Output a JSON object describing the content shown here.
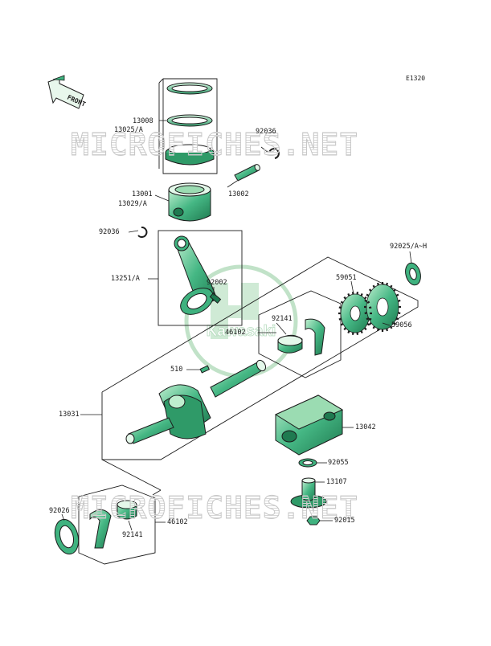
{
  "diagram_ref": "E1320",
  "front_label": "FRONT",
  "watermark_text": "MICROFICHES.NET",
  "logo_text": "Kawasaki",
  "colors": {
    "line": "#1c1c1c",
    "part": "#3fb27f",
    "part_dark": "#1f7a50",
    "watermark": "#c9c9c9",
    "logo": "#7bbf8a"
  },
  "part_labels": [
    {
      "id": "13008",
      "text": "13008"
    },
    {
      "id": "13025a",
      "text": "13025/A"
    },
    {
      "id": "92036-top",
      "text": "92036"
    },
    {
      "id": "13001",
      "text": "13001"
    },
    {
      "id": "13029a",
      "text": "13029/A"
    },
    {
      "id": "13002",
      "text": "13002"
    },
    {
      "id": "92036-left",
      "text": "92036"
    },
    {
      "id": "92025",
      "text": "92025/A~H"
    },
    {
      "id": "13251a",
      "text": "13251/A"
    },
    {
      "id": "92002",
      "text": "92002"
    },
    {
      "id": "59051",
      "text": "59051"
    },
    {
      "id": "92141-top",
      "text": "92141"
    },
    {
      "id": "46102-top",
      "text": "46102"
    },
    {
      "id": "59056",
      "text": "59056"
    },
    {
      "id": "510",
      "text": "510"
    },
    {
      "id": "13031",
      "text": "13031"
    },
    {
      "id": "13042",
      "text": "13042"
    },
    {
      "id": "92055",
      "text": "92055"
    },
    {
      "id": "13107",
      "text": "13107"
    },
    {
      "id": "92026",
      "text": "92026"
    },
    {
      "id": "92015",
      "text": "92015"
    },
    {
      "id": "92141-bot",
      "text": "92141"
    },
    {
      "id": "46102-bot",
      "text": "46102"
    }
  ]
}
